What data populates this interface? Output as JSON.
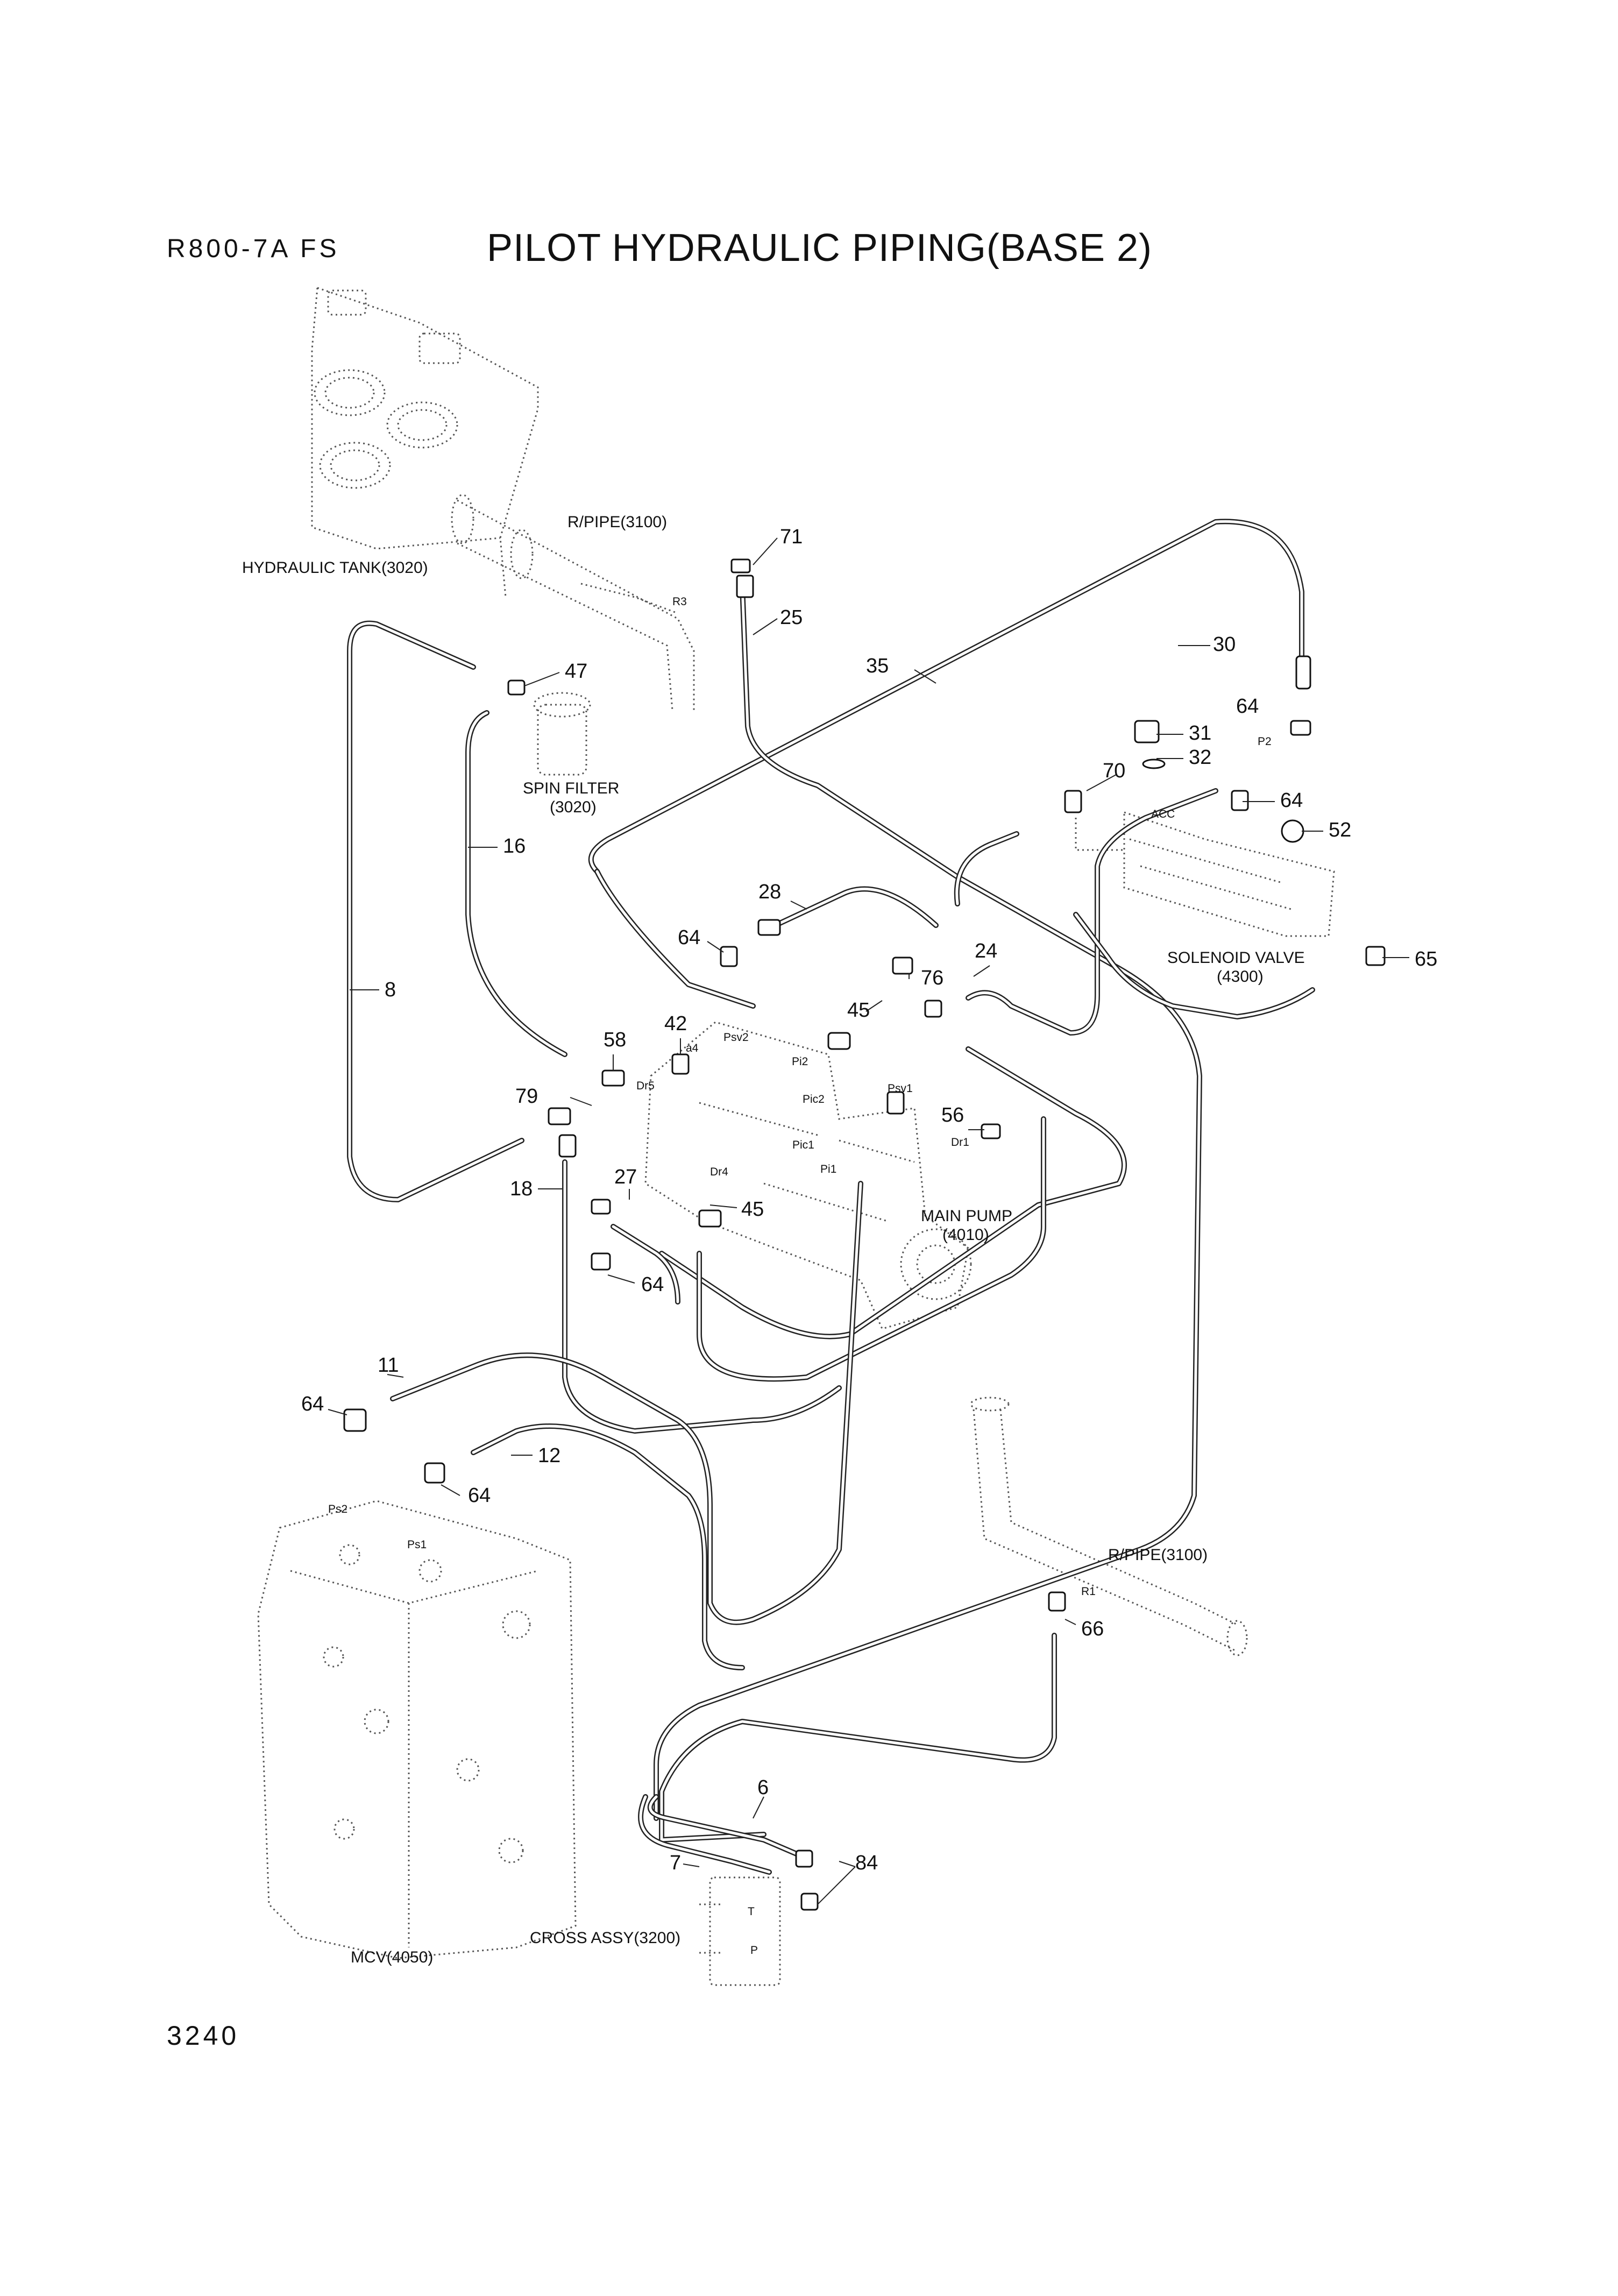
{
  "header": {
    "model": "R800-7A  FS",
    "title": "PILOT HYDRAULIC PIPING(BASE 2)"
  },
  "footer": {
    "page_number": "3240"
  },
  "component_labels": {
    "rpipe_top": "R/PIPE(3100)",
    "hydraulic_tank": "HYDRAULIC TANK(3020)",
    "spin_filter_1": "SPIN FILTER",
    "spin_filter_2": "(3020)",
    "solenoid_valve_1": "SOLENOID VALVE",
    "solenoid_valve_2": "(4300)",
    "main_pump_1": "MAIN PUMP",
    "main_pump_2": "(4010)",
    "rpipe_bottom": "R/PIPE(3100)",
    "cross_assy": "CROSS ASSY(3200)",
    "mcv": "MCV(4050)"
  },
  "port_labels": {
    "r3": "R3",
    "p2": "P2",
    "acc": "ACC",
    "a4": "a4",
    "psv2": "Psv2",
    "pi2": "Pi2",
    "pic2": "Pic2",
    "psv1": "Psv1",
    "dr5": "Dr5",
    "dr4": "Dr4",
    "pic1": "Pic1",
    "pi1": "Pi1",
    "dr1": "Dr1",
    "ps2": "Ps2",
    "ps1": "Ps1",
    "r1": "R1",
    "t": "T",
    "p": "P"
  },
  "callouts": {
    "c71": "71",
    "c25": "25",
    "c35": "35",
    "c30": "30",
    "c47": "47",
    "c64_p2": "64",
    "c31": "31",
    "c32": "32",
    "c70": "70",
    "c64_sv": "64",
    "c52": "52",
    "c16": "16",
    "c28": "28",
    "c64_a": "64",
    "c76": "76",
    "c24": "24",
    "c65": "65",
    "c42": "42",
    "c45_a": "45",
    "c58": "58",
    "c8": "8",
    "c79": "79",
    "c56": "56",
    "c27": "27",
    "c18": "18",
    "c45_b": "45",
    "c64_b": "64",
    "c11": "11",
    "c64_c": "64",
    "c12": "12",
    "c64_d": "64",
    "c66": "66",
    "c6": "6",
    "c7": "7",
    "c84": "84"
  }
}
